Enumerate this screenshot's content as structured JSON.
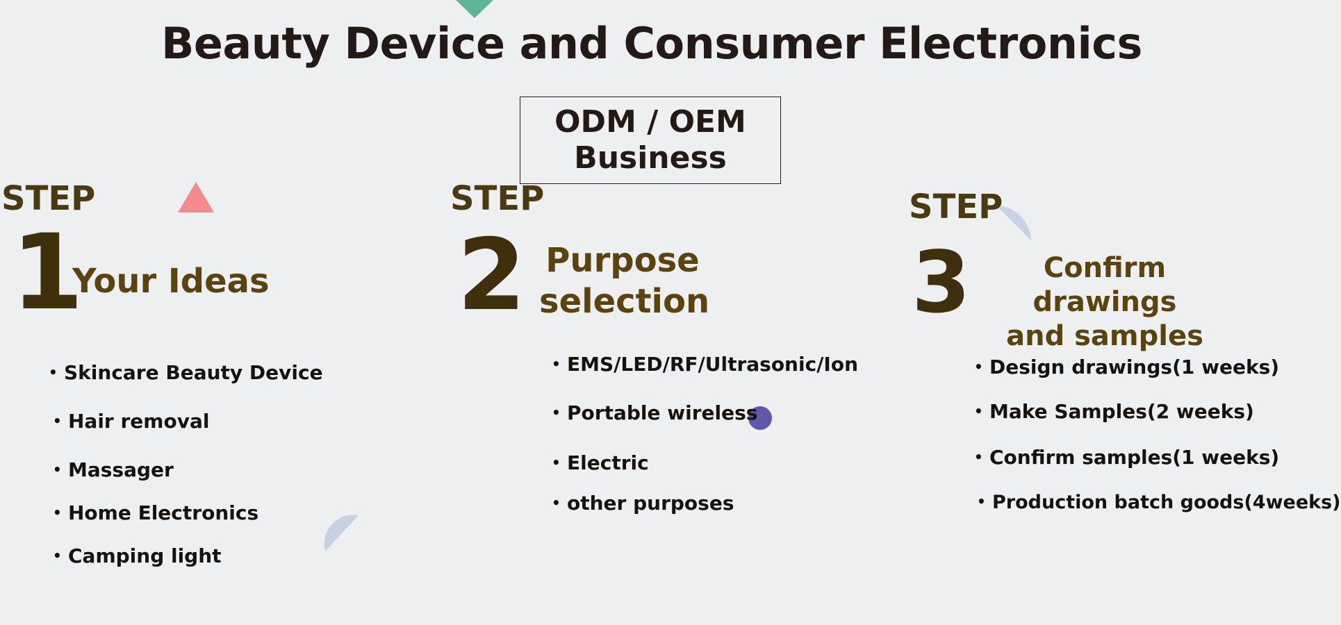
{
  "page": {
    "title": "Beauty Device and Consumer Electronics",
    "center_box": {
      "line1": "ODM / OEM",
      "line2": "Business"
    }
  },
  "steps": [
    {
      "word": "STEP",
      "number": "1",
      "title": "Your Ideas",
      "items": [
        "Skincare Beauty  Device",
        "Hair removal",
        "Massager",
        "Home Electronics",
        "Camping light"
      ]
    },
    {
      "word": "STEP",
      "number": "2",
      "title_line1": "Purpose",
      "title_line2": "selection",
      "items": [
        "EMS/LED/RF/Ultrasonic/Ion",
        "Portable wireless",
        "Electric",
        "other purposes"
      ]
    },
    {
      "word": "STEP",
      "number": "3",
      "title_line1": "Confirm drawings",
      "title_line2": "and samples",
      "items": [
        "Design drawings(1 weeks)",
        "Make Samples(2 weeks)",
        "Confirm samples(1 weeks)",
        "Production batch goods(4weeks)"
      ]
    }
  ],
  "colors": {
    "background": "#edeff1",
    "title": "#231a17",
    "step_text": "#4a3a12",
    "triangle_pink": "#f28c8c",
    "triangle_green": "#5fb596",
    "half_circle": "#c8d0e4",
    "dot_purple": "#6157a8"
  },
  "decorations": [
    "green-triangle",
    "pink-triangle",
    "blue-half-circle",
    "blue-half-circle",
    "purple-dot"
  ]
}
